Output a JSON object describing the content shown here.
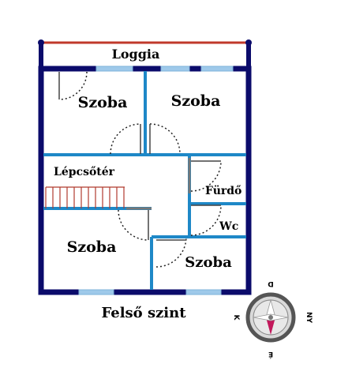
{
  "rooms": {
    "loggia": "Loggia",
    "room_top_left": "Szoba",
    "room_top_right": "Szoba",
    "stairwell": "Lépcsőtér",
    "bathroom": "Fürdő",
    "wc": "Wc",
    "room_bottom_left": "Szoba",
    "room_bottom_right": "Szoba"
  },
  "level_title": "Felső szint",
  "compass": {
    "north": "É",
    "south": "D",
    "east": "K",
    "west": "NY"
  },
  "colors": {
    "outer_wall": "#0b0b6b",
    "inner_wall": "#1e88c7",
    "loggia_rail": "#c0392b",
    "window": "#9ec9ea",
    "stairs": "#b03a2e",
    "compass_ring": "#555555",
    "needle_north": "#c2185b"
  }
}
